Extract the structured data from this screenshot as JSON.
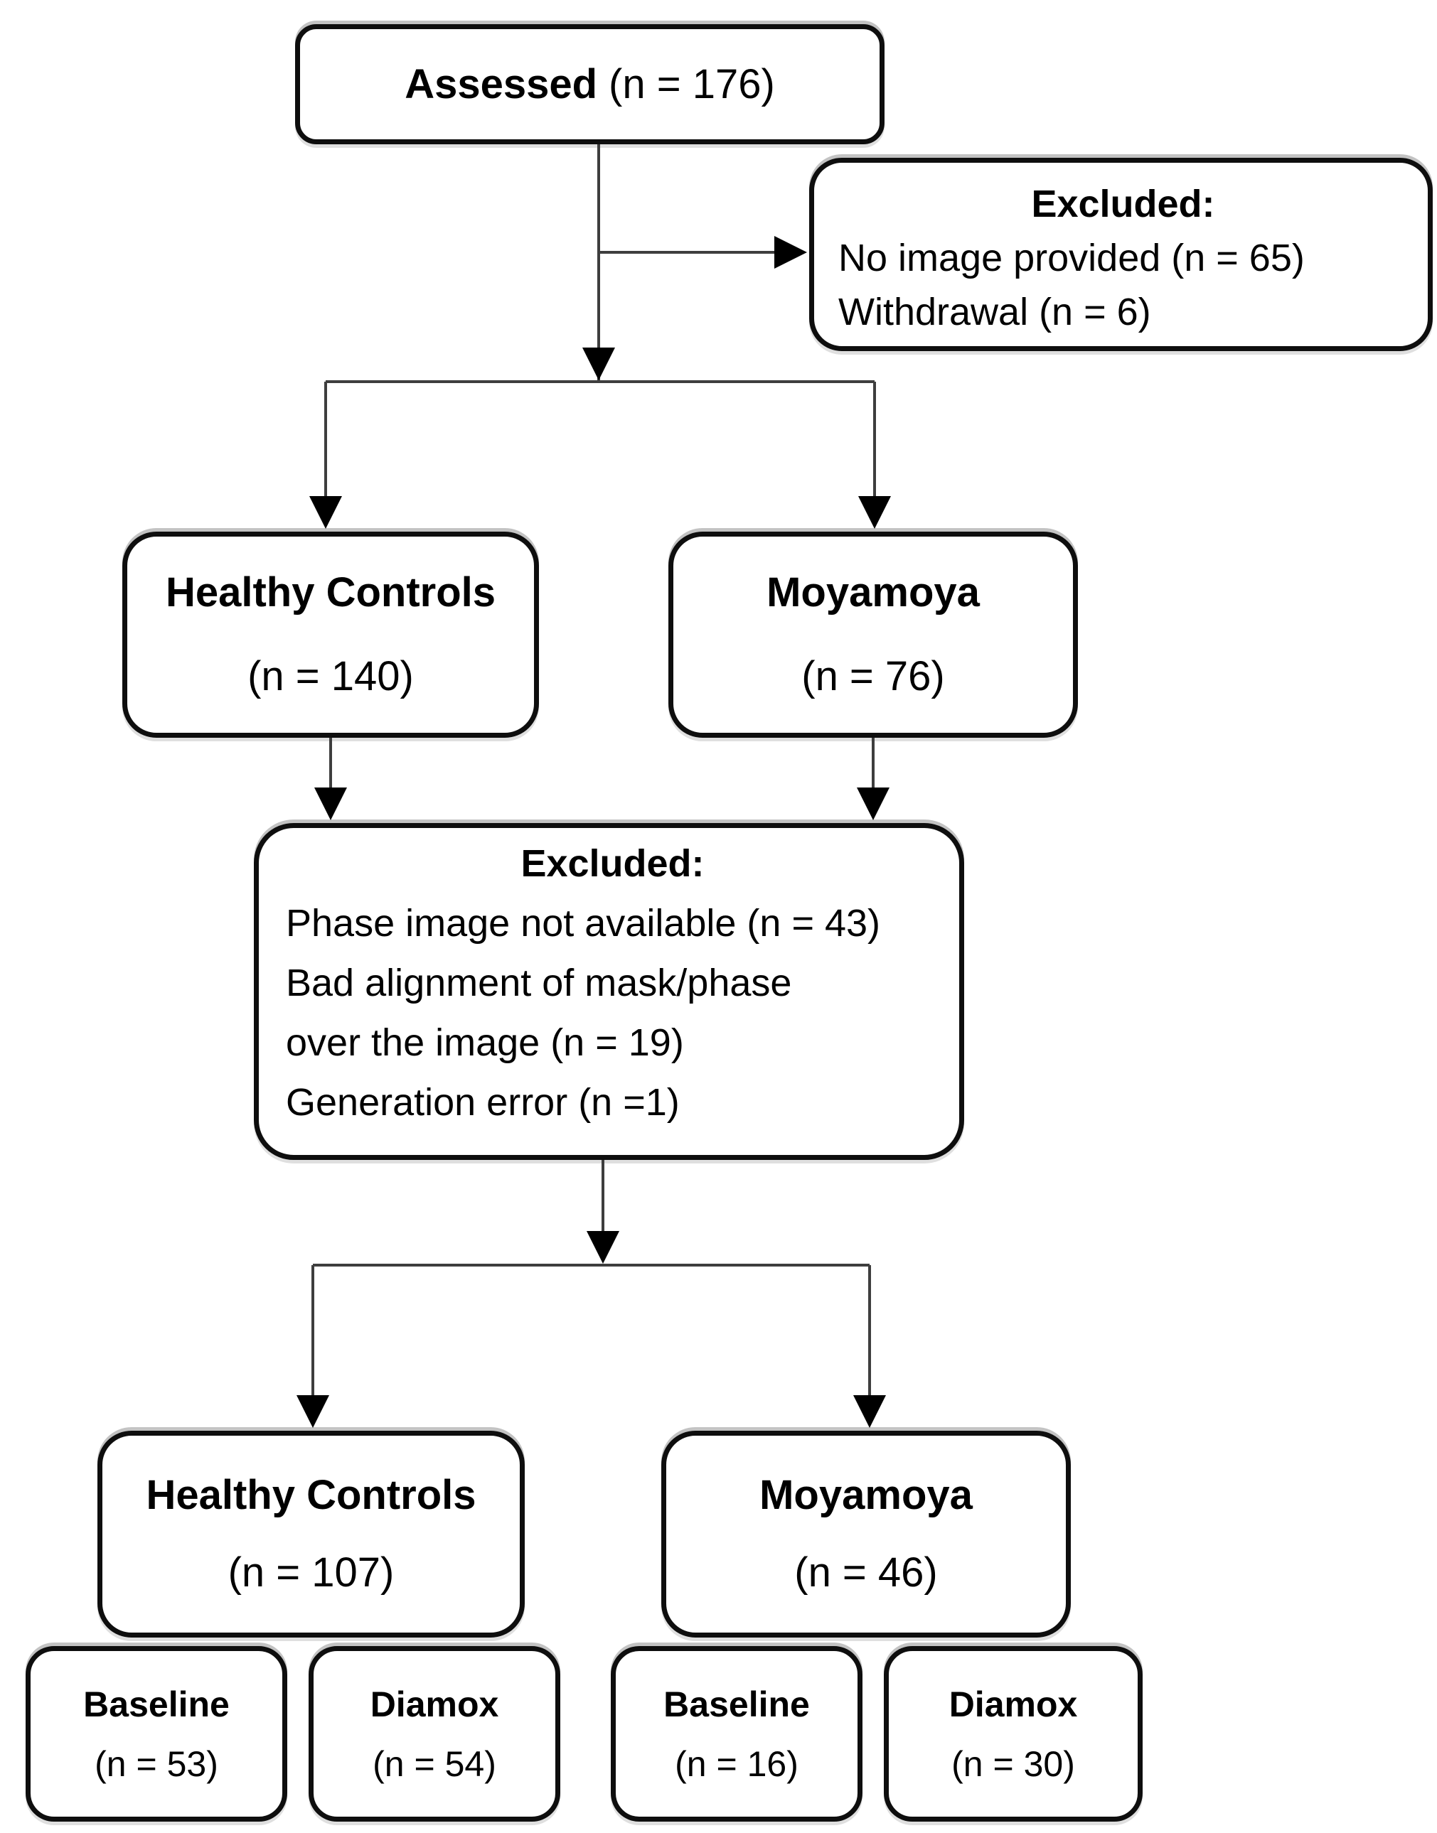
{
  "diagram_type": "flowchart",
  "nodes": {
    "assessed": {
      "title": "Assessed",
      "detail": "(n = 176)"
    },
    "excluded_initial": {
      "title": "Excluded:",
      "lines": [
        "No image provided (n = 65)",
        "Withdrawal (n = 6)"
      ]
    },
    "healthy_controls_initial": {
      "title": "Healthy Controls",
      "detail": "(n = 140)"
    },
    "moyamoya_initial": {
      "title": "Moyamoya",
      "detail": "(n = 76)"
    },
    "excluded_processing": {
      "title": "Excluded:",
      "lines": [
        "Phase image not available (n = 43)",
        "Bad alignment of mask/phase",
        "over the image (n = 19)",
        "Generation error (n =1)"
      ]
    },
    "healthy_controls_final": {
      "title": "Healthy Controls",
      "detail": "(n = 107)"
    },
    "moyamoya_final": {
      "title": "Moyamoya",
      "detail": "(n = 46)"
    },
    "hc_baseline": {
      "title": "Baseline",
      "detail": "(n = 53)"
    },
    "hc_diamox": {
      "title": "Diamox",
      "detail": "(n = 54)"
    },
    "mm_baseline": {
      "title": "Baseline",
      "detail": "(n = 16)"
    },
    "mm_diamox": {
      "title": "Diamox",
      "detail": "(n = 30)"
    }
  },
  "colors": {
    "background": "#ffffff",
    "box_border": "#0e0e0e",
    "connector": "#3e3e3e",
    "arrowhead": "#000000",
    "text": "#000000"
  }
}
